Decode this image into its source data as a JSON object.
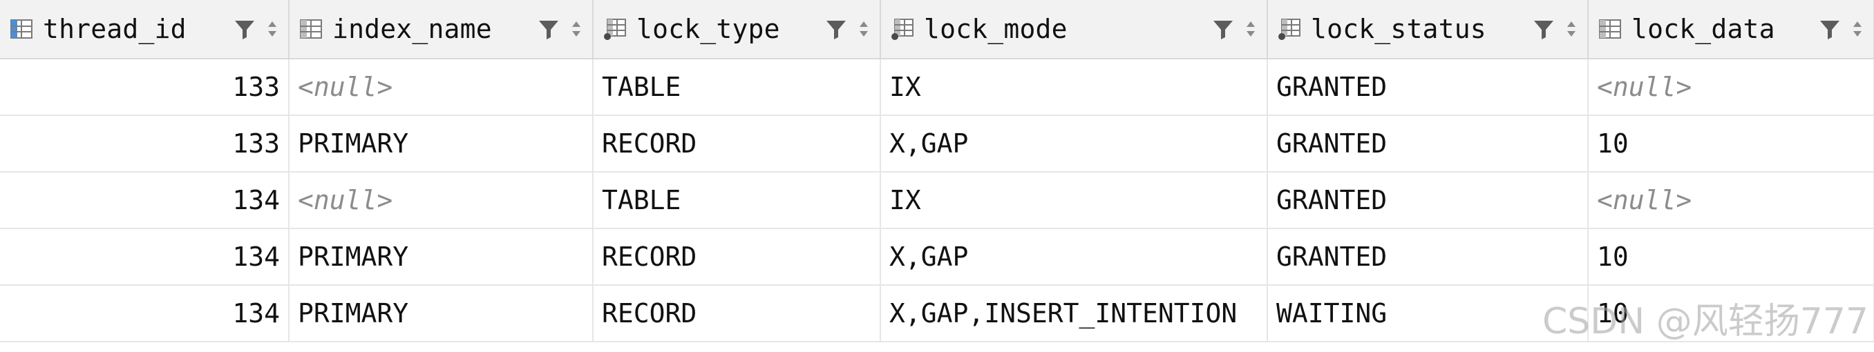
{
  "columns": [
    {
      "key": "thread_id",
      "label": "thread_id",
      "icon": "table-column-icon"
    },
    {
      "key": "index_name",
      "label": "index_name",
      "icon": "table-column-icon"
    },
    {
      "key": "lock_type",
      "label": "lock_type",
      "icon": "table-column-key-icon"
    },
    {
      "key": "lock_mode",
      "label": "lock_mode",
      "icon": "table-column-key-icon"
    },
    {
      "key": "lock_status",
      "label": "lock_status",
      "icon": "table-column-key-icon"
    },
    {
      "key": "lock_data",
      "label": "lock_data",
      "icon": "table-column-icon"
    }
  ],
  "rows": [
    {
      "thread_id": "133",
      "index_name": "<null>",
      "lock_type": "TABLE",
      "lock_mode": "IX",
      "lock_status": "GRANTED",
      "lock_data": "<null>"
    },
    {
      "thread_id": "133",
      "index_name": "PRIMARY",
      "lock_type": "RECORD",
      "lock_mode": "X,GAP",
      "lock_status": "GRANTED",
      "lock_data": "10"
    },
    {
      "thread_id": "134",
      "index_name": "<null>",
      "lock_type": "TABLE",
      "lock_mode": "IX",
      "lock_status": "GRANTED",
      "lock_data": "<null>"
    },
    {
      "thread_id": "134",
      "index_name": "PRIMARY",
      "lock_type": "RECORD",
      "lock_mode": "X,GAP",
      "lock_status": "GRANTED",
      "lock_data": "10"
    },
    {
      "thread_id": "134",
      "index_name": "PRIMARY",
      "lock_type": "RECORD",
      "lock_mode": "X,GAP,INSERT_INTENTION",
      "lock_status": "WAITING",
      "lock_data": "10"
    }
  ],
  "watermark": "CSDN @风轻扬777",
  "colors": {
    "header_bg": "#f2f2f2",
    "grid_line": "#e6e6e6",
    "null_text": "#8c8c8c",
    "icon_accent": "#4a90d9"
  }
}
